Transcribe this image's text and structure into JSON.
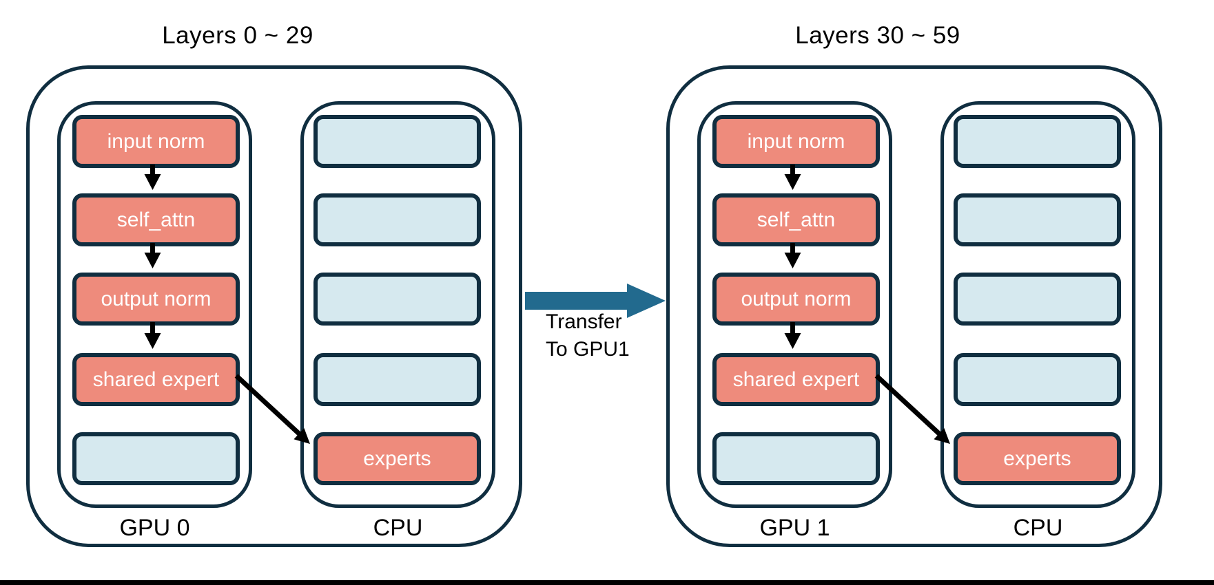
{
  "colors": {
    "border_navy": "#102e40",
    "module_salmon": "#ee8b7c",
    "empty_light_blue": "#d6e9ef",
    "transfer_arrow_teal": "#226a8e",
    "flow_arrow_black": "#000000",
    "background": "#ffffff"
  },
  "transfer": {
    "line1": "Transfer",
    "line2": "To GPU1"
  },
  "groups": [
    {
      "title": "Layers 0 ~ 29",
      "gpu_label": "GPU 0",
      "cpu_label": "CPU",
      "gpu_boxes": [
        {
          "label": "input norm",
          "type": "module"
        },
        {
          "label": "self_attn",
          "type": "module"
        },
        {
          "label": "output norm",
          "type": "module"
        },
        {
          "label": "shared expert",
          "type": "module"
        },
        {
          "label": "",
          "type": "empty"
        }
      ],
      "cpu_boxes": [
        {
          "label": "",
          "type": "empty"
        },
        {
          "label": "",
          "type": "empty"
        },
        {
          "label": "",
          "type": "empty"
        },
        {
          "label": "",
          "type": "empty"
        },
        {
          "label": "experts",
          "type": "module"
        }
      ]
    },
    {
      "title": "Layers 30 ~ 59",
      "gpu_label": "GPU 1",
      "cpu_label": "CPU",
      "gpu_boxes": [
        {
          "label": "input norm",
          "type": "module"
        },
        {
          "label": "self_attn",
          "type": "module"
        },
        {
          "label": "output norm",
          "type": "module"
        },
        {
          "label": "shared expert",
          "type": "module"
        },
        {
          "label": "",
          "type": "empty"
        }
      ],
      "cpu_boxes": [
        {
          "label": "",
          "type": "empty"
        },
        {
          "label": "",
          "type": "empty"
        },
        {
          "label": "",
          "type": "empty"
        },
        {
          "label": "",
          "type": "empty"
        },
        {
          "label": "experts",
          "type": "module"
        }
      ]
    }
  ]
}
